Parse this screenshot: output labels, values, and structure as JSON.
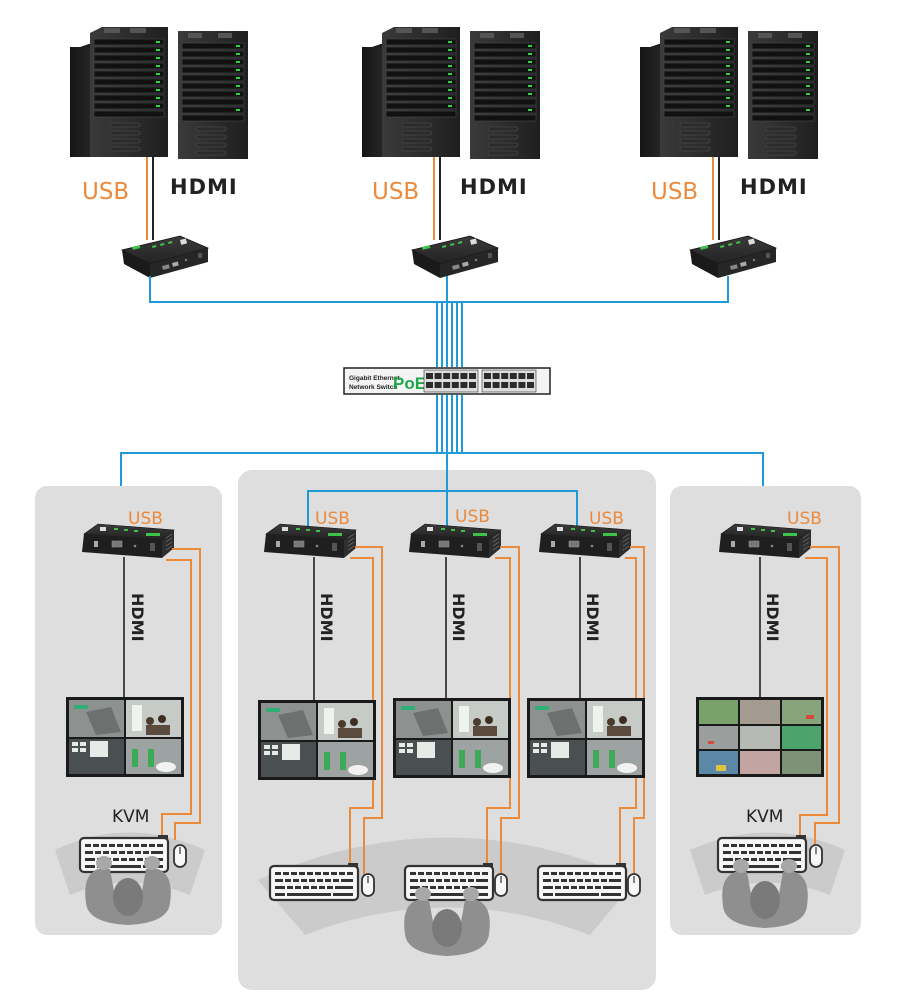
{
  "diagram": {
    "title": "",
    "colors": {
      "network_cable": "#1e9ad6",
      "usb_cable": "#ec8a3c",
      "hdmi_cable": "#222222",
      "panel_bg": "#dedede",
      "poe_text": "#1fa84a"
    },
    "servers": [
      {
        "usb_label": "USB",
        "hdmi_label": "HDMI",
        "icon": "server-rack-icon",
        "device": "transmitter-icon"
      },
      {
        "usb_label": "USB",
        "hdmi_label": "HDMI",
        "icon": "server-rack-icon",
        "device": "transmitter-icon"
      },
      {
        "usb_label": "USB",
        "hdmi_label": "HDMI",
        "icon": "server-rack-icon",
        "device": "transmitter-icon"
      }
    ],
    "switch": {
      "line1": "Gigabit Ethernet",
      "line2": "Network Switch",
      "badge": "PoE",
      "icon": "network-switch-icon"
    },
    "workstations": [
      {
        "group": "left",
        "usb_label": "USB",
        "hdmi_label": "HDMI",
        "kvm_label": "KVM",
        "screen": "quad-view"
      },
      {
        "group": "center",
        "usb_label": "USB",
        "hdmi_label": "HDMI",
        "kvm_label": "",
        "screen": "quad-view"
      },
      {
        "group": "center",
        "usb_label": "USB",
        "hdmi_label": "HDMI",
        "kvm_label": "",
        "screen": "quad-view"
      },
      {
        "group": "center",
        "usb_label": "USB",
        "hdmi_label": "HDMI",
        "kvm_label": "",
        "screen": "quad-view"
      },
      {
        "group": "right",
        "usb_label": "USB",
        "hdmi_label": "HDMI",
        "kvm_label": "KVM",
        "screen": "nine-view"
      }
    ]
  }
}
